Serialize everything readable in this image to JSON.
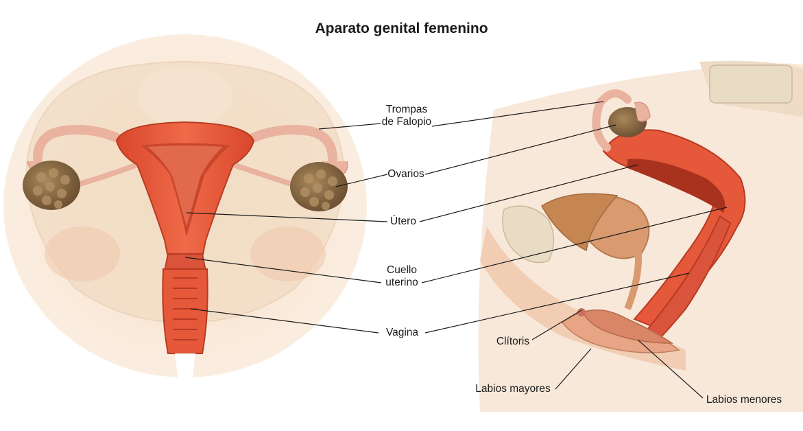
{
  "title": "Aparato genital femenino",
  "labels": {
    "trompas_line1": "Trompas",
    "trompas_line2": "de Falopio",
    "ovarios": "Ovarios",
    "utero": "Útero",
    "cuello_line1": "Cuello",
    "cuello_line2": "uterino",
    "vagina": "Vagina",
    "clitoris": "Clítoris",
    "labios_mayores": "Labios mayores",
    "labios_menores": "Labios menores"
  },
  "colors": {
    "muscle": "#e5583a",
    "muscle_dark": "#b83a23",
    "cavity": "#c9462d",
    "bone": "#f3e2cc",
    "skin": "#f5d8c0",
    "ovary": "#8f7048",
    "tube": "#e9b3a0"
  }
}
